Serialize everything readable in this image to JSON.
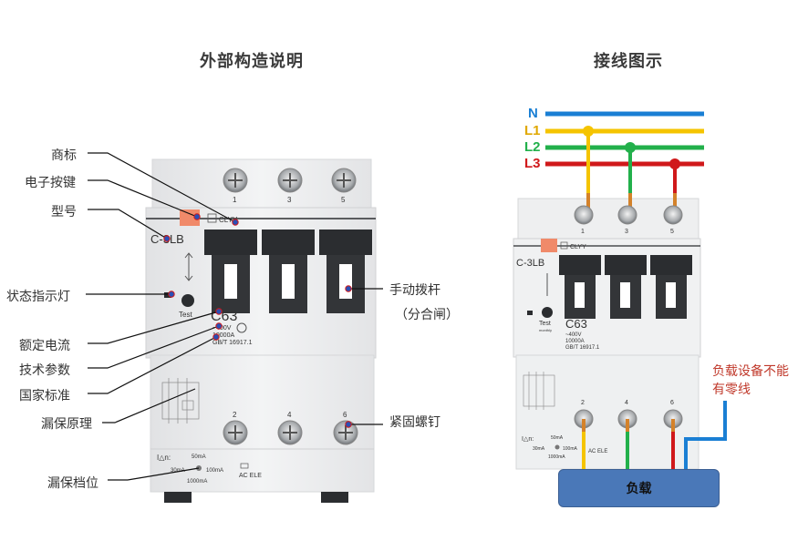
{
  "headings": {
    "left": "外部构造说明",
    "right": "接线图示"
  },
  "callouts": {
    "brand": "商标",
    "electronic_button": "电子按键",
    "model": "型号",
    "status_light": "状态指示灯",
    "rated_current": "额定电流",
    "tech_params": "技术参数",
    "national_standard": "国家标准",
    "leakage_principle": "漏保原理",
    "leakage_level": "漏保档位",
    "manual_lever": "手动拨杆",
    "manual_lever_sub": "（分合闸）",
    "fastening_screw": "紧固螺钉"
  },
  "device_left": {
    "brand_text": "CLYY",
    "model_text": "C-3LB",
    "test_label": "Test",
    "current": "C63",
    "specs": [
      "~400V",
      "10000A",
      "GB/T 16917.1"
    ],
    "terminals_top": [
      "1",
      "3",
      "5"
    ],
    "terminals_bottom": [
      "2",
      "4",
      "6"
    ],
    "leak_title": "I△n:",
    "leak_levels": [
      "50mA",
      "30mA",
      "100mA",
      "1000mA"
    ],
    "acele": "AC  ELE"
  },
  "device_right": {
    "brand_text": "CLYY",
    "model_text": "C-3LB",
    "test_label": "Test",
    "test_sub": "monthly",
    "current": "C63",
    "specs": [
      "~400V",
      "10000A",
      "GB/T 16917.1"
    ],
    "terminals_top": [
      "1",
      "3",
      "5"
    ],
    "terminals_bottom": [
      "2",
      "4",
      "6"
    ],
    "leak_title": "I△n:",
    "leak_levels": [
      "50mA",
      "30mA",
      "100mA",
      "1000mA"
    ],
    "acele": "AC  ELE"
  },
  "wiring": {
    "lines": [
      {
        "label": "N",
        "color": "#1a7fd4"
      },
      {
        "label": "L1",
        "color": "#f5c400"
      },
      {
        "label": "L2",
        "color": "#22b04b"
      },
      {
        "label": "L3",
        "color": "#d0191b"
      }
    ],
    "load_label": "负载",
    "warning": "负载设备不能有零线"
  },
  "colors": {
    "accent_orange": "#f08a6a",
    "device_body": "#ecedee",
    "lever_dark": "#2b2d30"
  }
}
